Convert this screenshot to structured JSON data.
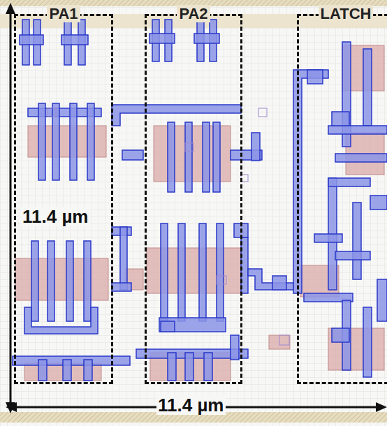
{
  "diagram": {
    "nodes": [
      {
        "text": [
          "PA1"
        ]
      },
      {
        "text": [
          "PA2"
        ]
      },
      {
        "text": [
          "LATCH"
        ]
      }
    ],
    "labels": [
      "11.4 µm",
      "11.4 µm"
    ]
  }
}
